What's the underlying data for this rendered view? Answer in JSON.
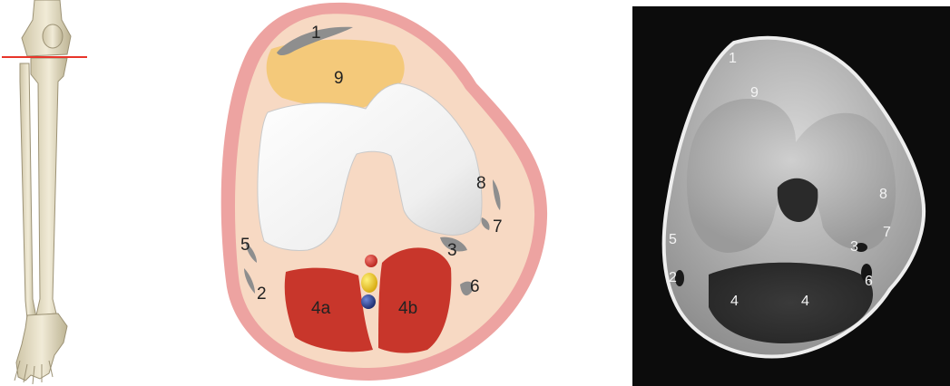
{
  "leg": {
    "cut_line_color": "#e8352a"
  },
  "diagram": {
    "labels": {
      "l1": "1",
      "l9": "9",
      "l8": "8",
      "l7": "7",
      "l5": "5",
      "l2": "2",
      "l3": "3",
      "l6": "6",
      "l4a": "4a",
      "l4b": "4b"
    },
    "colors": {
      "skin": "#eda3a1",
      "fat": "#f7d9c3",
      "fat_pad": "#f4c97a",
      "bone": "#ececec",
      "muscle": "#c8362b",
      "tendon": "#8e8e8e",
      "artery": "#d8322a",
      "nerve": "#f2c318",
      "vein": "#263a88"
    }
  },
  "mri": {
    "labels": {
      "l1": "1",
      "l9": "9",
      "l8": "8",
      "l7": "7",
      "l5": "5",
      "l3": "3",
      "l2": "2",
      "l6": "6",
      "l4left": "4",
      "l4right": "4"
    }
  }
}
